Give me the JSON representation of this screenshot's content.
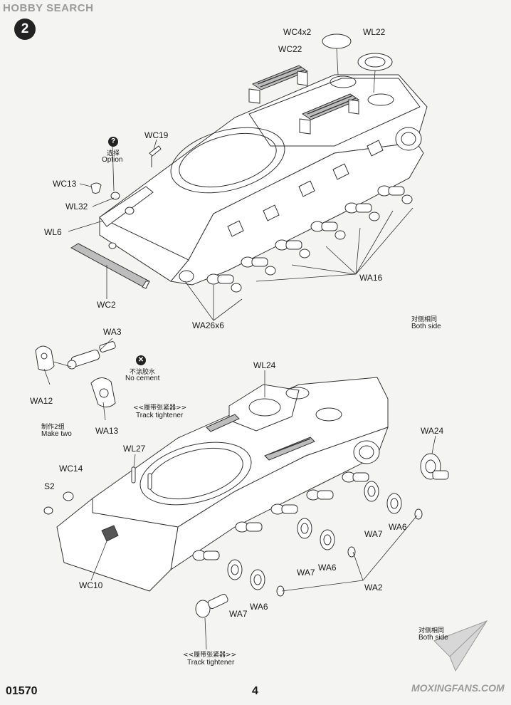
{
  "header": {
    "watermark": "HOBBY SEARCH",
    "step_number": "2"
  },
  "footer": {
    "kit_code": "01570",
    "page_number": "4",
    "watermark": "MOXINGFANS.COM"
  },
  "top_assembly": {
    "labels": {
      "wc4x2": "WC4x2",
      "wl22": "WL22",
      "wc22": "WC22",
      "wc19": "WC19",
      "wc13": "WC13",
      "wl32": "WL32",
      "wl6": "WL6",
      "wc2": "WC2",
      "wa26x6": "WA26x6",
      "wa16": "WA16"
    },
    "option": {
      "badge": "?",
      "cn": "选择",
      "en": "Option"
    },
    "both_side": {
      "cn": "对侧相同",
      "en": "Both side"
    }
  },
  "track_tightener_sub": {
    "labels": {
      "wa3": "WA3",
      "wa12": "WA12",
      "wa13": "WA13"
    },
    "no_cement": {
      "cn": "不涂胶水",
      "en": "No cement"
    },
    "make_two": {
      "cn": "制作2组",
      "en": "Make two"
    },
    "title": {
      "cn": "<<履带张紧器>>",
      "en": "Track tightener"
    }
  },
  "bottom_assembly": {
    "labels": {
      "wl24": "WL24",
      "wa24": "WA24",
      "wl27": "WL27",
      "wc14": "WC14",
      "s2": "S2",
      "wc10": "WC10",
      "wa7_a": "WA7",
      "wa6_a": "WA6",
      "wa7_b": "WA7",
      "wa6_b": "WA6",
      "wa2": "WA2",
      "wa7_c": "WA7",
      "wa6_c": "WA6"
    },
    "track_tightener": {
      "cn": "<<履带张紧器>>",
      "en": "Track tightener"
    },
    "both_side": {
      "cn": "对侧相同",
      "en": "Both side"
    }
  },
  "colors": {
    "ink": "#333333",
    "paper": "#f4f4f2",
    "badge": "#222222",
    "watermark": "#9a9a9a"
  }
}
